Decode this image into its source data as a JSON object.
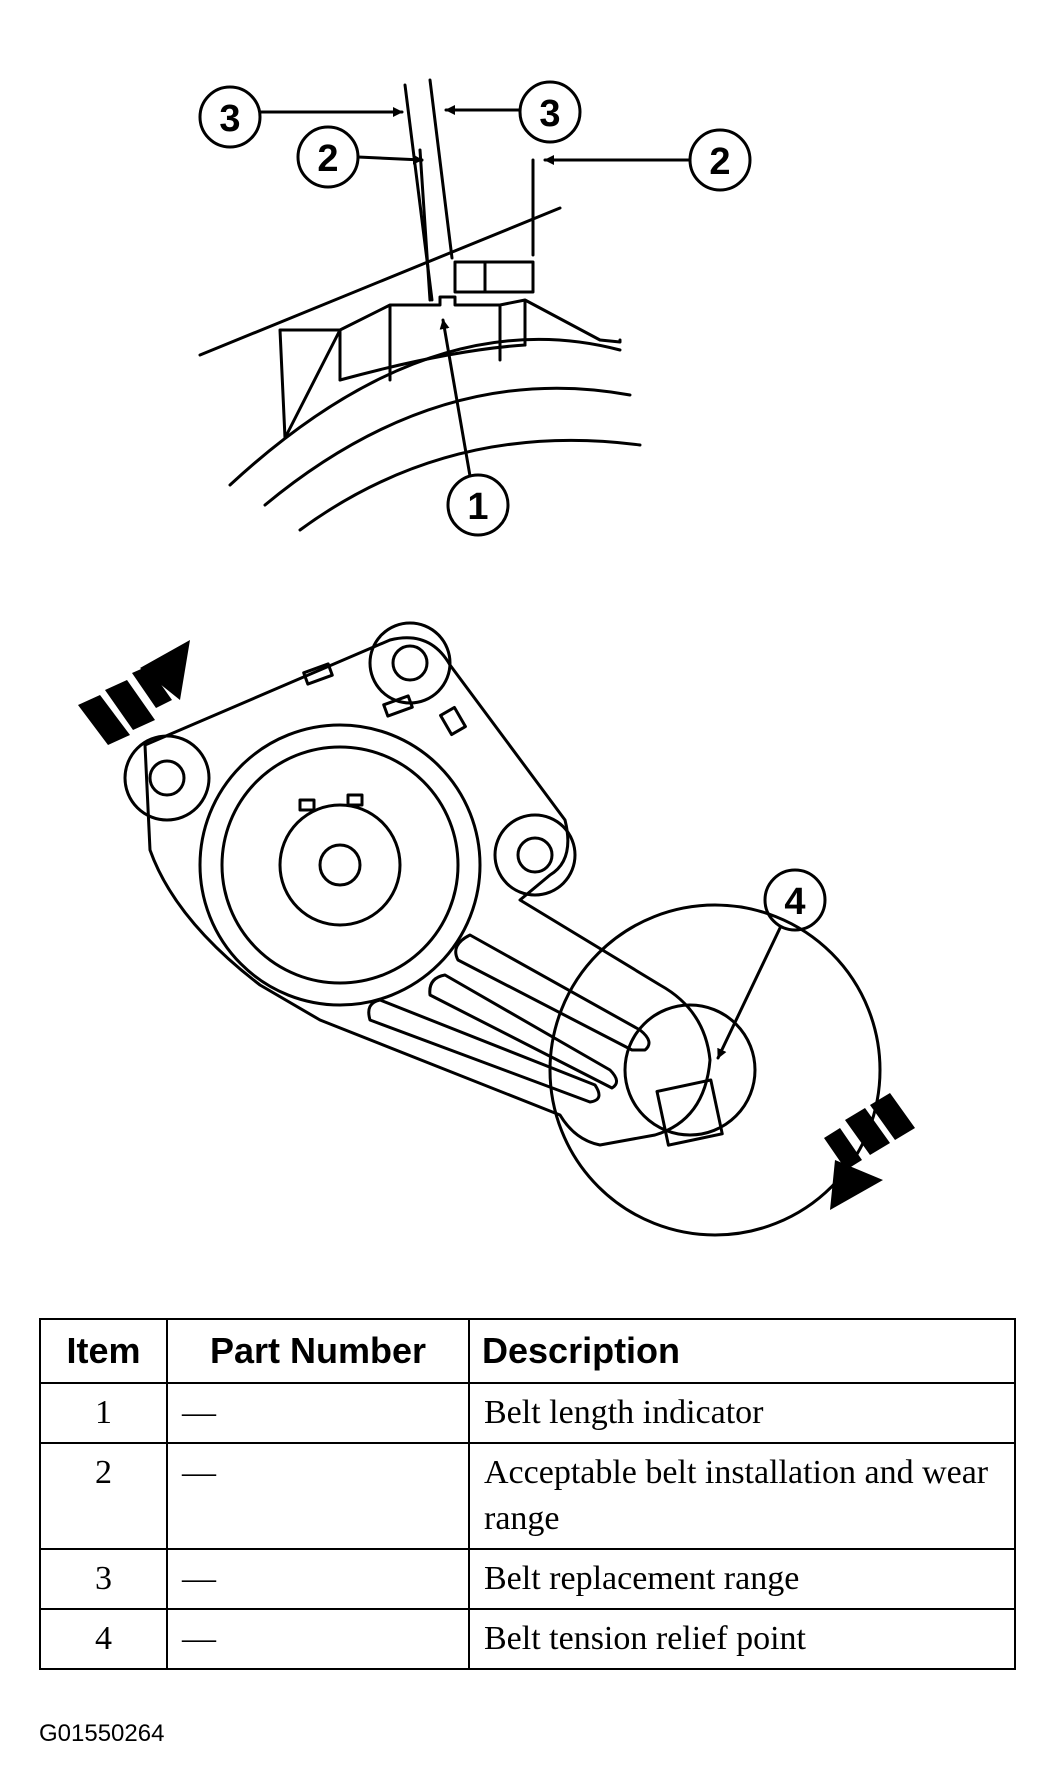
{
  "callouts": {
    "c1": "1",
    "c2": "2",
    "c3": "3",
    "c4": "4"
  },
  "table": {
    "headers": [
      "Item",
      "Part Number",
      "Description"
    ],
    "rows": [
      {
        "item": "1",
        "part": "—",
        "desc": "Belt length indicator"
      },
      {
        "item": "2",
        "part": "—",
        "desc": "Acceptable belt installation and wear range"
      },
      {
        "item": "3",
        "part": "—",
        "desc": "Belt replacement range"
      },
      {
        "item": "4",
        "part": "—",
        "desc": "Belt tension relief point"
      }
    ]
  },
  "figure_code": "G01550264"
}
